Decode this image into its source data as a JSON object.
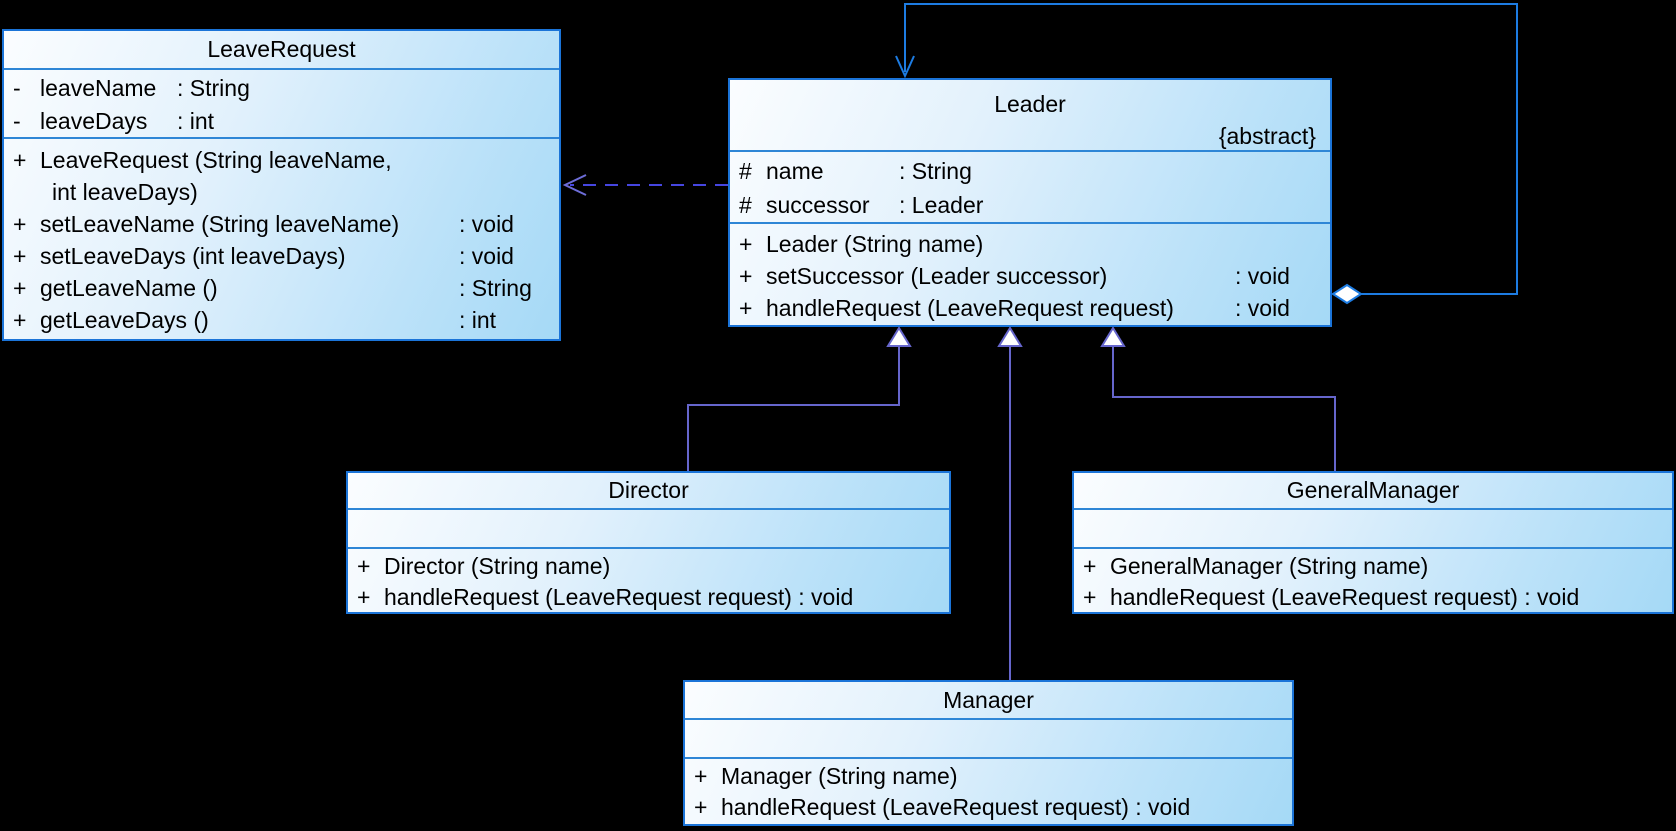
{
  "diagram": {
    "background_color": "#000000",
    "box_border_color": "#1b74d8",
    "box_separator_color": "#2e86d6",
    "box_gradient_start": "#fbfdff",
    "box_gradient_end": "#a5d9f6",
    "generalization_color": "#6666cc",
    "dependency_color": "#4646e0",
    "association_color": "#1d7ce2"
  },
  "classes": {
    "leave_request": {
      "title": "LeaveRequest",
      "attributes": [
        {
          "vis": "-",
          "name": "leaveName",
          "type": ": String"
        },
        {
          "vis": "-",
          "name": "leaveDays",
          "type": ": int"
        }
      ],
      "operations": [
        {
          "vis": "+",
          "text": "LeaveRequest (String leaveName,"
        },
        {
          "vis": "",
          "text": "int leaveDays)"
        },
        {
          "vis": "+",
          "text": "setLeaveName (String leaveName)",
          "ret": ": void"
        },
        {
          "vis": "+",
          "text": "setLeaveDays (int leaveDays)",
          "ret": ": void"
        },
        {
          "vis": "+",
          "text": "getLeaveName ()",
          "ret": ": String"
        },
        {
          "vis": "+",
          "text": "getLeaveDays ()",
          "ret": ": int"
        }
      ]
    },
    "leader": {
      "title": "Leader",
      "stereotype": "{abstract}",
      "attributes": [
        {
          "vis": "#",
          "name": "name",
          "type": ": String"
        },
        {
          "vis": "#",
          "name": "successor",
          "type": ": Leader"
        }
      ],
      "operations": [
        {
          "vis": "+",
          "text": "Leader (String name)"
        },
        {
          "vis": "+",
          "text": "setSuccessor (Leader successor)",
          "ret": ": void"
        },
        {
          "vis": "+",
          "text": "handleRequest (LeaveRequest request)",
          "ret": ": void"
        }
      ]
    },
    "director": {
      "title": "Director",
      "attributes": [],
      "operations": [
        {
          "vis": "+",
          "text": "Director (String name)"
        },
        {
          "vis": "+",
          "text": "handleRequest (LeaveRequest request) : void"
        }
      ]
    },
    "general_manager": {
      "title": "GeneralManager",
      "attributes": [],
      "operations": [
        {
          "vis": "+",
          "text": "GeneralManager (String name)"
        },
        {
          "vis": "+",
          "text": "handleRequest (LeaveRequest request) : void"
        }
      ]
    },
    "manager": {
      "title": "Manager",
      "attributes": [],
      "operations": [
        {
          "vis": "+",
          "text": "Manager (String name)"
        },
        {
          "vis": "+",
          "text": "handleRequest (LeaveRequest request) : void"
        }
      ]
    }
  },
  "relationships": [
    {
      "type": "dependency",
      "from": "Leader",
      "to": "LeaveRequest",
      "line": "dashed",
      "arrowhead": "open"
    },
    {
      "type": "aggregation",
      "from": "Leader",
      "to": "Leader",
      "line": "solid",
      "arrowhead": "open",
      "diamond": "hollow"
    },
    {
      "type": "generalization",
      "from": "Director",
      "to": "Leader",
      "arrowhead": "hollow-triangle"
    },
    {
      "type": "generalization",
      "from": "Manager",
      "to": "Leader",
      "arrowhead": "hollow-triangle"
    },
    {
      "type": "generalization",
      "from": "GeneralManager",
      "to": "Leader",
      "arrowhead": "hollow-triangle"
    }
  ]
}
